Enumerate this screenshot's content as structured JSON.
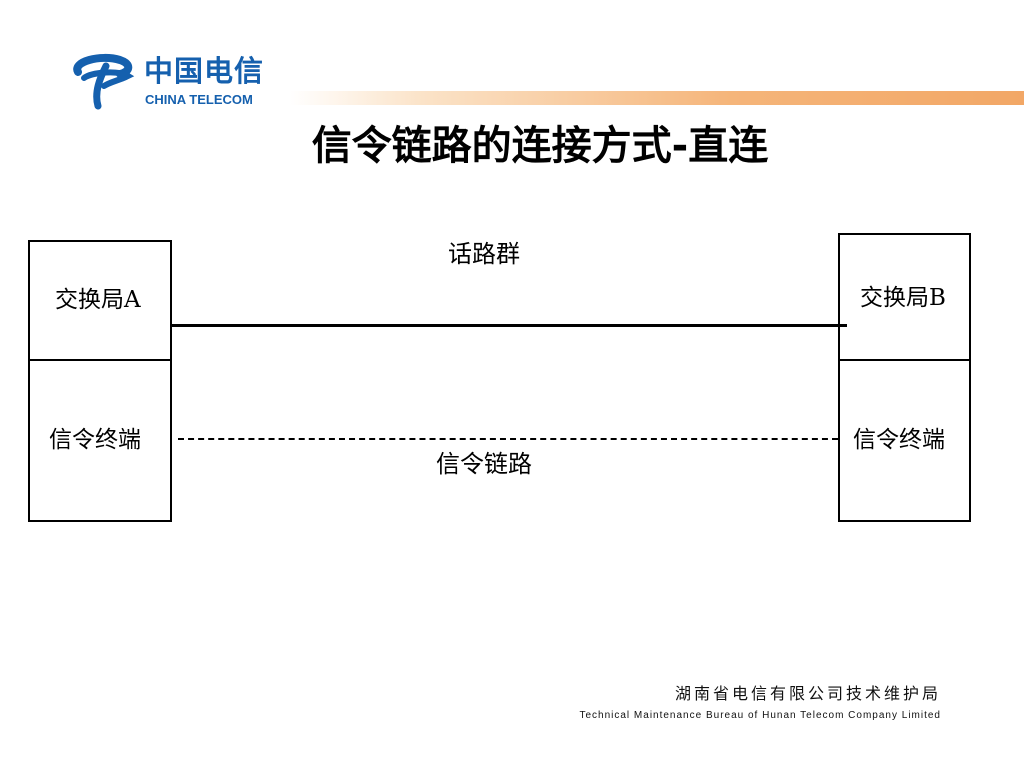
{
  "header": {
    "logo_cn": "中国电信",
    "logo_en": "CHINA TELECOM",
    "logo_color": "#1560ae",
    "bar_color": "#f2a766"
  },
  "title": "信令链路的连接方式-直连",
  "diagram": {
    "exchange_a": "交换局A",
    "exchange_b": "交换局B",
    "terminal_a": "信令终端",
    "terminal_b": "信令终端",
    "trunk_label": "话路群",
    "signal_label": "信令链路"
  },
  "footer": {
    "org_cn": "湖南省电信有限公司技术维护局",
    "org_en": "Technical Maintenance Bureau of Hunan Telecom Company Limited"
  }
}
